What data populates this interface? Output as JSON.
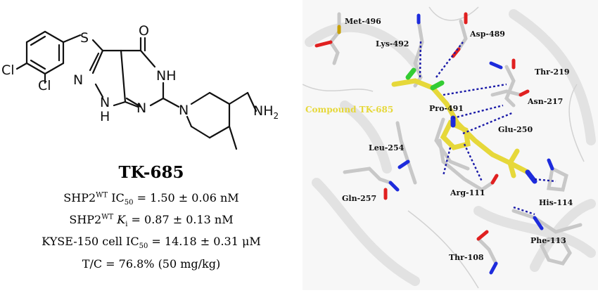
{
  "structure": {
    "atoms": {
      "s": "S",
      "o": "O",
      "cl1": "Cl",
      "cl2": "Cl",
      "nh_ring": "NH",
      "n_pyr": "N",
      "n_upper": "N",
      "nh_bottom_n": "N",
      "nh_bottom_h": "H",
      "n_pyrimidine": "N",
      "n_piperidine": "N",
      "nh2_main": "NH",
      "nh2_sub": "2"
    }
  },
  "compound": {
    "name": "TK-685",
    "ic50": {
      "target": "SHP2",
      "sup": "WT",
      "measure": "IC",
      "sub": "50",
      "value": " = 1.50 ± 0.06 nM"
    },
    "ki": {
      "target": "SHP2",
      "sup": "WT",
      "measure": "K",
      "sub": "i",
      "value": " = 0.87 ± 0.13 nM"
    },
    "cell": {
      "prefix": "KYSE-150 cell IC",
      "sub": "50",
      "value": " = 14.18 ± 0.31 μM"
    },
    "tc": "T/C = 76.8% (50 mg/kg)"
  },
  "docking": {
    "compound_label": "Compound TK-685",
    "residues": {
      "met496": "Met-496",
      "asp489": "Asp-489",
      "lys492": "Lys-492",
      "thr219": "Thr-219",
      "asn217": "Asn-217",
      "pro491": "Pro-491",
      "glu250": "Glu-250",
      "leu254": "Leu-254",
      "arg111": "Arg-111",
      "gln257": "Gln-257",
      "his114": "His-114",
      "phe113": "Phe-113",
      "thr108": "Thr-108"
    },
    "colors": {
      "ligand": "#e6d83a",
      "carbon": "#c8c8c8",
      "nitrogen": "#1d2bdc",
      "oxygen": "#e02020",
      "chlorine": "#33cc33",
      "sulfur": "#c8a000",
      "hbond": "#1a1aa8",
      "cartoon": "#ececec"
    }
  }
}
